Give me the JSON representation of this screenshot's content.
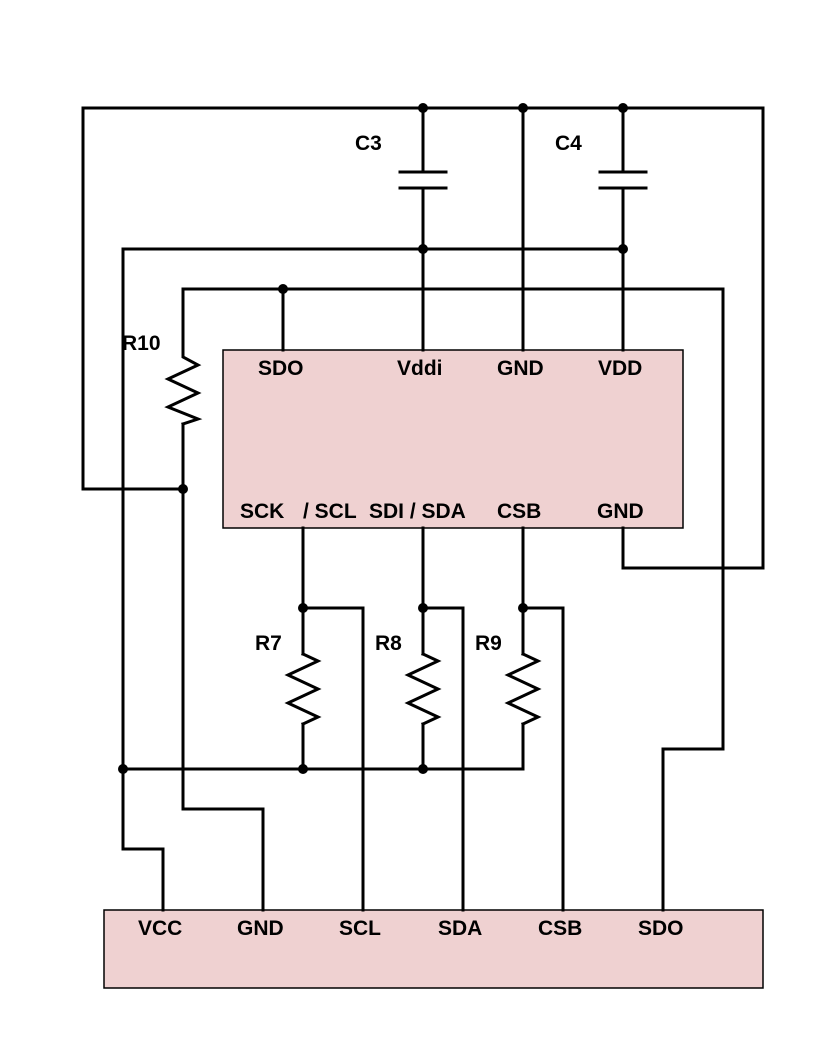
{
  "colors": {
    "block_fill": "#efd1d1",
    "wire": "#000000",
    "background": "#ffffff"
  },
  "components": {
    "capacitors": [
      "C3",
      "C4"
    ],
    "resistors": [
      "R10",
      "R7",
      "R8",
      "R9"
    ]
  },
  "sensor_ic": {
    "top_pins": [
      "SDO",
      "Vddi",
      "GND",
      "VDD"
    ],
    "bottom_pins": [
      "SCK",
      "/ SCL",
      "SDI / SDA",
      "CSB",
      "GND"
    ]
  },
  "connector": {
    "pins": [
      "VCC",
      "GND",
      "SCL",
      "SDA",
      "CSB",
      "SDO"
    ]
  }
}
